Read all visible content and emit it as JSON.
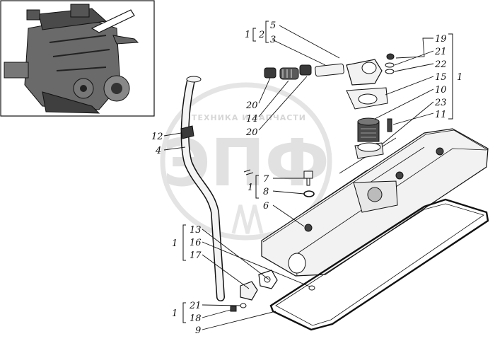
{
  "watermark": {
    "caption": "ТЕХНИКА И ЗАПЧАСТИ",
    "logo_text": "ЭПФ"
  },
  "callouts": {
    "c1_top": "1",
    "c2": "2",
    "c5": "5",
    "c3": "3",
    "c19": "19",
    "c21_top": "21",
    "c22": "22",
    "c15": "15",
    "c10": "10",
    "c23": "23",
    "c11": "11",
    "c1_right": "1",
    "c20_a": "20",
    "c14": "14",
    "c20_b": "20",
    "c12": "12",
    "c4": "4",
    "c1_mid": "1",
    "c7": "7",
    "c8": "8",
    "c6": "6",
    "c1_left": "1",
    "c13": "13",
    "c16": "16",
    "c17": "17",
    "c1_bottom": "1",
    "c21_bottom": "21",
    "c18": "18",
    "c9": "9"
  }
}
